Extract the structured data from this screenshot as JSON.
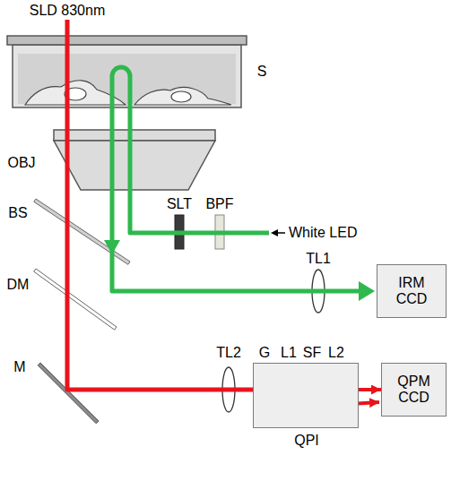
{
  "diagram": {
    "nodes": [
      {
        "text": [
          "IRM CCD"
        ]
      },
      {
        "text": [
          "QPI"
        ]
      },
      {
        "text": [
          "QPM CCD"
        ]
      }
    ],
    "edges": [
      {
        "from": 1,
        "to": 2,
        "arrow": "to"
      }
    ],
    "labels": [
      "SLD 830nm",
      "S",
      "OBJ",
      "SLT",
      "BPF",
      "White LED",
      "BS",
      "TL1",
      "DM",
      "M",
      "TL2",
      "G",
      "L1",
      "SF",
      "L2"
    ]
  }
}
